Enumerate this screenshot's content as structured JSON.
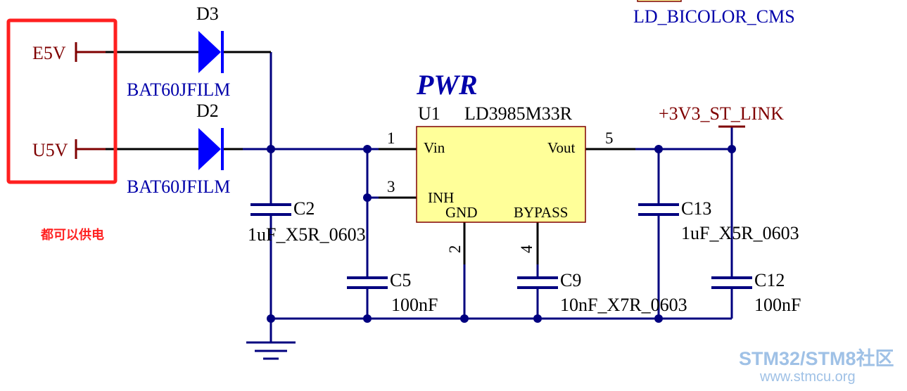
{
  "colors": {
    "wire": "#00007f",
    "diode": "#0000ff",
    "power_port": "#7f0000",
    "pin": "#000000",
    "ic_fill": "#ffff99",
    "ic_border": "#7f0000",
    "designator": "#0000aa",
    "highlight_box": "#ff2020",
    "note": "#ff2020",
    "watermark": "#9fc1e6"
  },
  "power_ports": {
    "e5v": "E5V",
    "u5v": "U5V",
    "out": "+3V3_ST_LINK"
  },
  "top_label": "LD_BICOLOR_CMS",
  "sheet_title": "PWR",
  "diodes": [
    {
      "designator": "D3",
      "part": "BAT60JFILM"
    },
    {
      "designator": "D2",
      "part": "BAT60JFILM"
    }
  ],
  "regulator": {
    "designator": "U1",
    "part": "LD3985M33R",
    "pins": {
      "vin": {
        "name": "Vin",
        "number": "1"
      },
      "inh": {
        "name": "INH",
        "number": "3"
      },
      "gnd": {
        "name": "GND",
        "number": "2"
      },
      "bypass": {
        "name": "BYPASS",
        "number": "4"
      },
      "vout": {
        "name": "Vout",
        "number": "5"
      }
    }
  },
  "capacitors": [
    {
      "designator": "C2",
      "value": "1uF_X5R_0603"
    },
    {
      "designator": "C5",
      "value": "100nF"
    },
    {
      "designator": "C9",
      "value": "10nF_X7R_0603"
    },
    {
      "designator": "C13",
      "value": "1uF_X5R_0603"
    },
    {
      "designator": "C12",
      "value": "100nF"
    }
  ],
  "annotation": "都可以供电",
  "watermark": {
    "brand_a": "STM32",
    "slash": "/",
    "brand_b": "STM8",
    "suffix": "社区",
    "url": "www.stmcu.org"
  }
}
